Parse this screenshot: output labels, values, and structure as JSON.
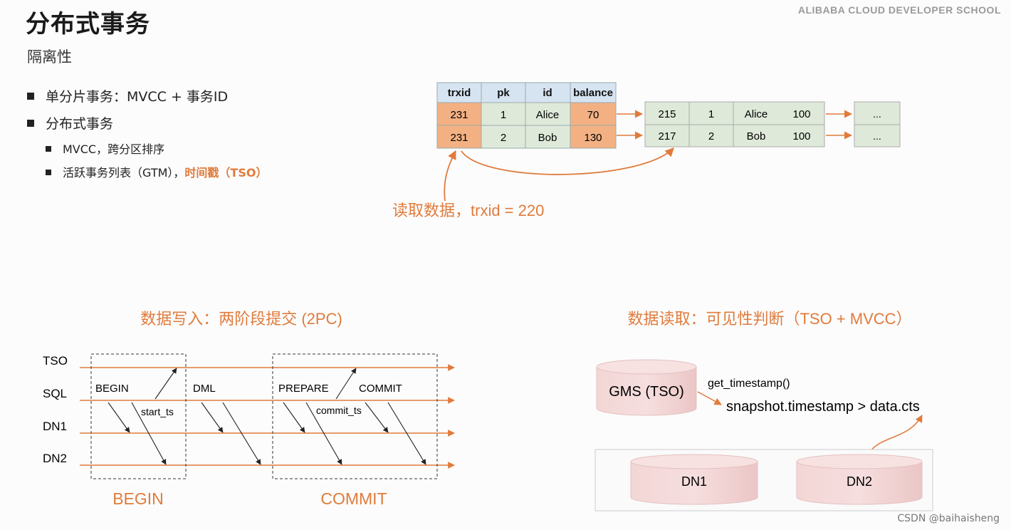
{
  "slide": {
    "title": "分布式事务",
    "brand": "ALIBABA CLOUD DEVELOPER SCHOOL",
    "subtitle": "隔离性",
    "bullets": [
      {
        "text": "单分片事务：MVCC + 事务ID"
      },
      {
        "text": "分布式事务"
      }
    ],
    "sub_bullets": [
      {
        "text": "MVCC，跨分区排序"
      },
      {
        "text_prefix": "活跃事务列表（GTM），",
        "text_highlight": "时间戳（TSO）"
      }
    ],
    "credit": "CSDN @baihaisheng"
  },
  "mvcc_table": {
    "headers": [
      "trxid",
      "pk",
      "id",
      "balance"
    ],
    "rows": [
      [
        "231",
        "1",
        "Alice",
        "70"
      ],
      [
        "231",
        "2",
        "Bob",
        "130"
      ]
    ],
    "versions": [
      [
        "215",
        "1",
        "Alice",
        "100"
      ],
      [
        "217",
        "2",
        "Bob",
        "100"
      ]
    ],
    "ellipsis": [
      "...",
      "..."
    ],
    "read_label": "读取数据，trxid = 220"
  },
  "two_pc": {
    "title": "数据写入：两阶段提交 (2PC)",
    "lanes": [
      "TSO",
      "SQL",
      "DN1",
      "DN2"
    ],
    "labels": {
      "begin": "BEGIN",
      "start_ts": "start_ts",
      "dml": "DML",
      "prepare": "PREPARE",
      "commit": "COMMIT",
      "commit_ts": "commit_ts"
    },
    "phase_labels": [
      "BEGIN",
      "COMMIT"
    ]
  },
  "read_visibility": {
    "title": "数据读取：可见性判断（TSO + MVCC）",
    "gms": "GMS (TSO)",
    "call": "get_timestamp()",
    "condition": "snapshot.timestamp > data.cts",
    "nodes": [
      "DN1",
      "DN2"
    ]
  },
  "colors": {
    "accent": "#e07b3c",
    "header_blue": "#d6e4f2",
    "cell_orange": "#f3b183",
    "cell_green": "#dfe9da",
    "cylinder_pink": "#f1d0d0"
  }
}
